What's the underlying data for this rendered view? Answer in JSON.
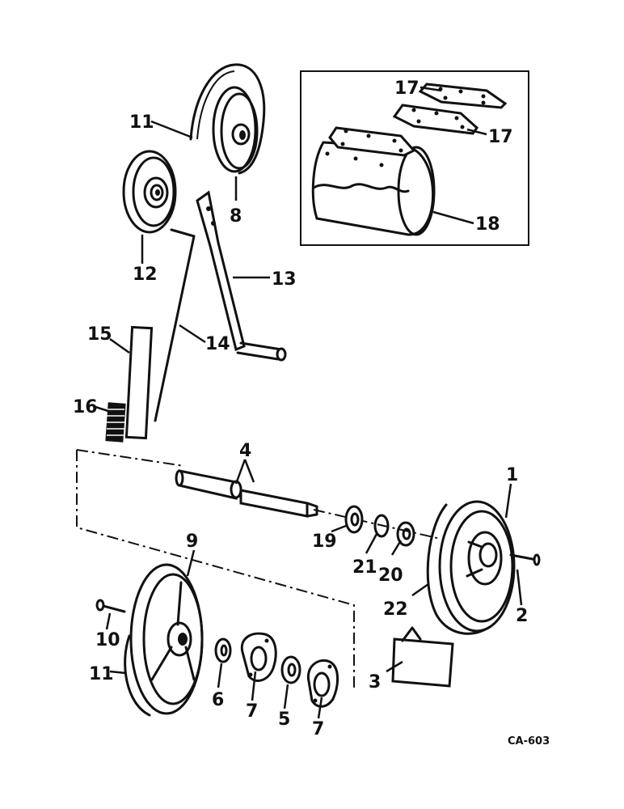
{
  "callouts": {
    "c1": "1",
    "c2": "2",
    "c3": "3",
    "c4": "4",
    "c5": "5",
    "c6": "6",
    "c7a": "7",
    "c7b": "7",
    "c8": "8",
    "c9": "9",
    "c10": "10",
    "c11a": "11",
    "c11b": "11",
    "c12": "12",
    "c13": "13",
    "c14": "14",
    "c15": "15",
    "c16": "16",
    "c17a": "17",
    "c17b": "17",
    "c18": "18",
    "c19": "19",
    "c20": "20",
    "c21": "21",
    "c22": "22"
  },
  "figure_code": "CA-603"
}
